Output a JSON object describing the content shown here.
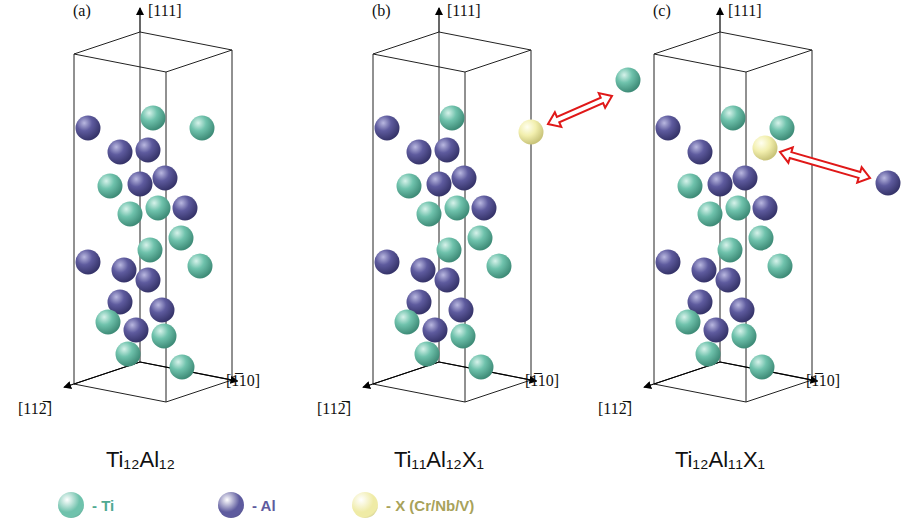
{
  "diagram": {
    "labels": [
      "(a)",
      "[111]",
      "[112̅]",
      "[1̅10]",
      "Ti₁₂Al₁₂",
      "(b)",
      "[111]",
      "[112̅]",
      "[1̅10]",
      "Ti₁₁Al₁₂X₁",
      "(c)",
      "[111]",
      "[112̅]",
      "[1̅10]",
      "Ti₁₂Al₁₁X₁"
    ],
    "legend": [
      {
        "text": "- Ti",
        "color": "#6fc2ac"
      },
      {
        "text": "- Al",
        "color": "#5e5b9e"
      },
      {
        "text": "- X (Cr/Nb/V)",
        "color": "#efeba6"
      }
    ]
  }
}
